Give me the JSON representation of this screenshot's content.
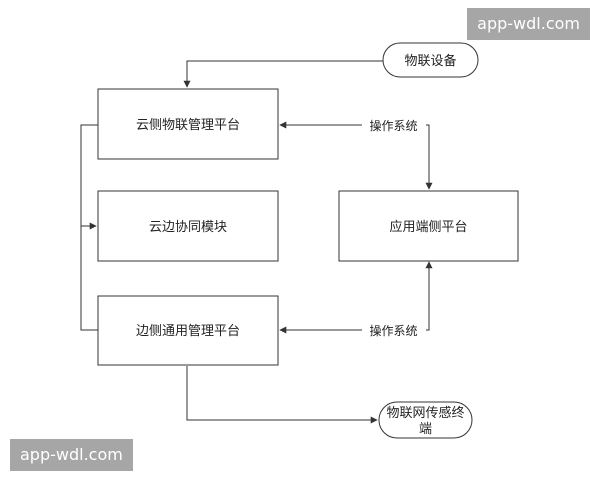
{
  "diagram": {
    "nodes": {
      "iot_device": "物联设备",
      "cloud_platform": "云侧物联管理平台",
      "cloud_edge_module": "云边协同模块",
      "app_platform": "应用端侧平台",
      "edge_platform": "边侧通用管理平台",
      "sensor_terminal_line1": "物联网传感终",
      "sensor_terminal_line2": "端"
    },
    "edge_labels": {
      "top_os": "操作系统",
      "bottom_os": "操作系统"
    }
  },
  "watermarks": {
    "top": "app-wdl.com",
    "bottom": "app-wdl.com"
  },
  "colors": {
    "line": "#333333",
    "box_border": "#333333",
    "watermark_bg": "#969696"
  }
}
